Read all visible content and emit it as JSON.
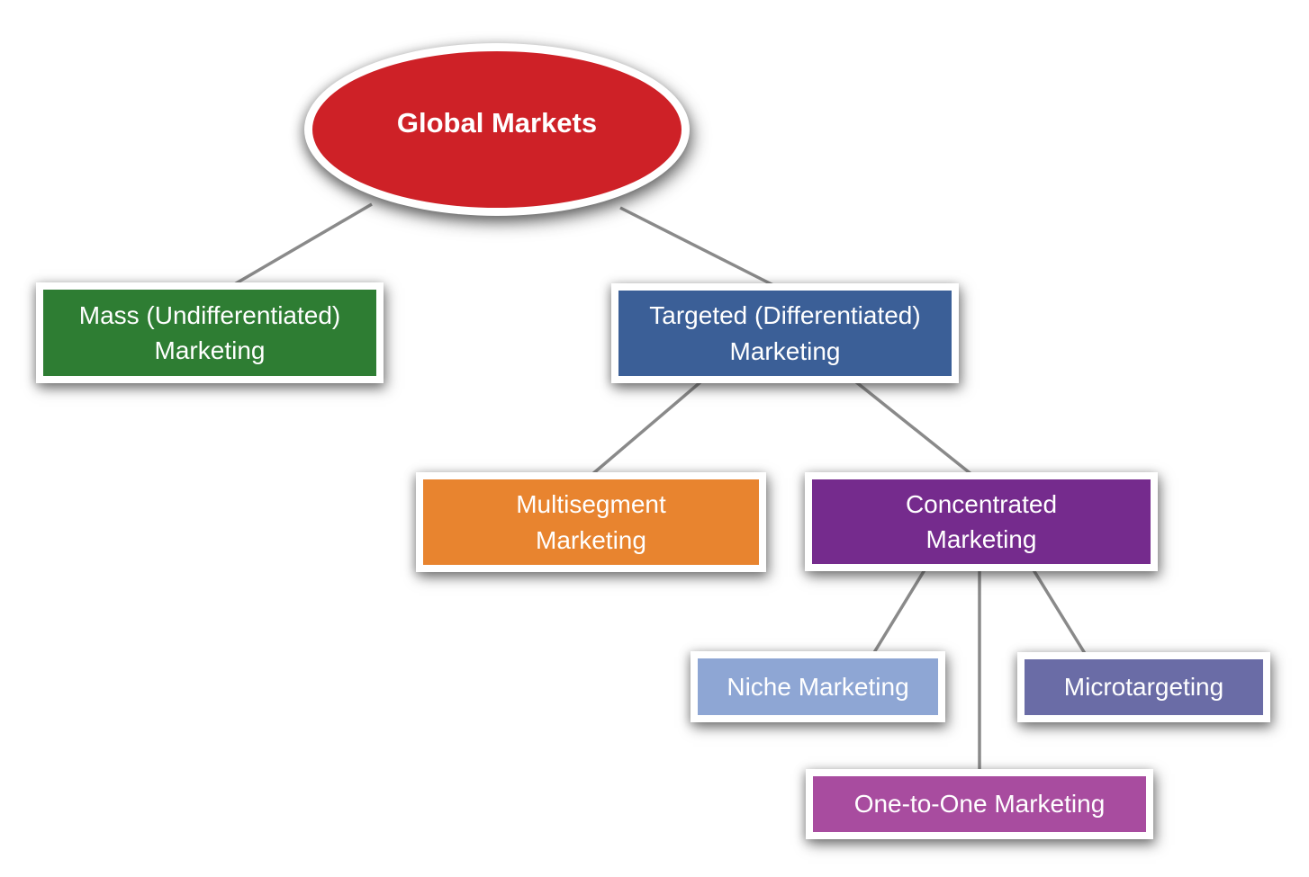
{
  "diagram": {
    "type": "tree",
    "connector_color": "#8a8a8a",
    "nodes": {
      "global": {
        "label": "Global Markets",
        "shape": "ellipse",
        "color": "#ce2127"
      },
      "mass": {
        "label": "Mass (Undifferentiated)\nMarketing",
        "shape": "rect",
        "color": "#2e7d33"
      },
      "targeted": {
        "label": "Targeted (Differentiated)\nMarketing",
        "shape": "rect",
        "color": "#3b5f97"
      },
      "multisegment": {
        "label": "Multisegment\nMarketing",
        "shape": "rect",
        "color": "#e8842f"
      },
      "concentrated": {
        "label": "Concentrated\nMarketing",
        "shape": "rect",
        "color": "#752b8d"
      },
      "niche": {
        "label": "Niche Marketing",
        "shape": "rect",
        "color": "#8ea6d4"
      },
      "microtargeting": {
        "label": "Microtargeting",
        "shape": "rect",
        "color": "#6a6ca6"
      },
      "one_to_one": {
        "label": "One-to-One Marketing",
        "shape": "rect",
        "color": "#a84c9f"
      }
    },
    "edges": [
      {
        "from": "global",
        "to": "mass"
      },
      {
        "from": "global",
        "to": "targeted"
      },
      {
        "from": "targeted",
        "to": "multisegment"
      },
      {
        "from": "targeted",
        "to": "concentrated"
      },
      {
        "from": "concentrated",
        "to": "niche"
      },
      {
        "from": "concentrated",
        "to": "one_to_one"
      },
      {
        "from": "concentrated",
        "to": "microtargeting"
      }
    ]
  }
}
